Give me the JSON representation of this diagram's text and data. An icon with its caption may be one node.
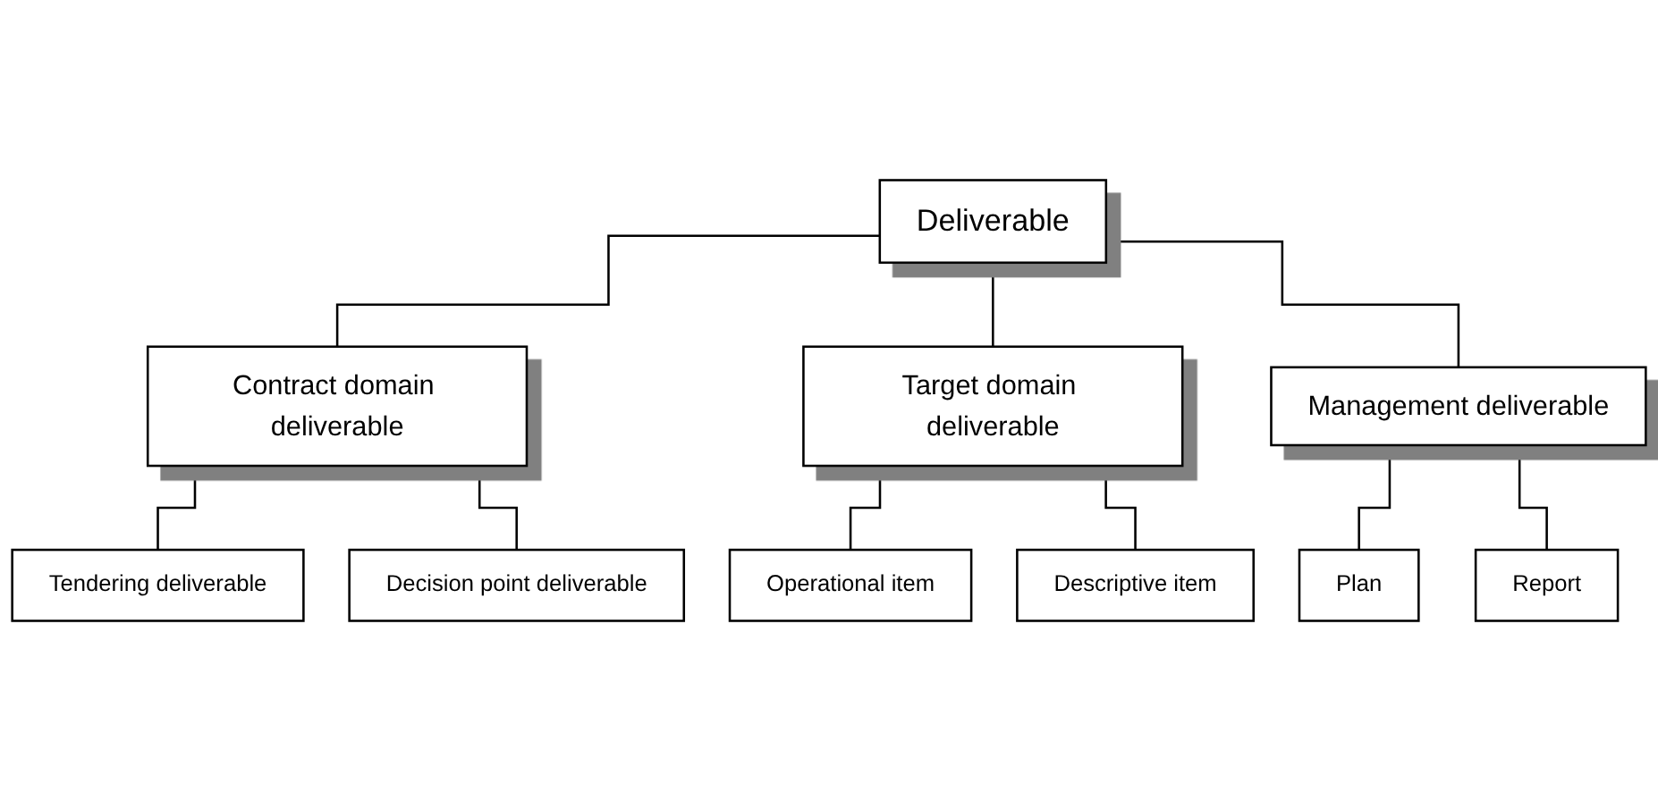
{
  "diagram": {
    "nodes": [
      {
        "text": [
          "Deliverable"
        ]
      },
      {
        "text": [
          "Contract domain deliverable"
        ]
      },
      {
        "text": [
          "Target domain deliverable"
        ]
      },
      {
        "text": [
          "Management deliverable"
        ]
      },
      {
        "text": [
          "Tendering deliverable"
        ]
      },
      {
        "text": [
          "Decision point deliverable"
        ]
      },
      {
        "text": [
          "Operational item"
        ]
      },
      {
        "text": [
          "Descriptive item"
        ]
      },
      {
        "text": [
          "Plan"
        ]
      },
      {
        "text": [
          "Report"
        ]
      }
    ],
    "edges": [
      {
        "from": 0,
        "to": 1,
        "arrow": "none"
      },
      {
        "from": 0,
        "to": 2,
        "arrow": "none"
      },
      {
        "from": 0,
        "to": 3,
        "arrow": "none"
      },
      {
        "from": 1,
        "to": 4,
        "arrow": "none"
      },
      {
        "from": 1,
        "to": 5,
        "arrow": "none"
      },
      {
        "from": 2,
        "to": 6,
        "arrow": "none"
      },
      {
        "from": 2,
        "to": 7,
        "arrow": "none"
      },
      {
        "from": 3,
        "to": 8,
        "arrow": "none"
      },
      {
        "from": 3,
        "to": 9,
        "arrow": "none"
      }
    ]
  }
}
